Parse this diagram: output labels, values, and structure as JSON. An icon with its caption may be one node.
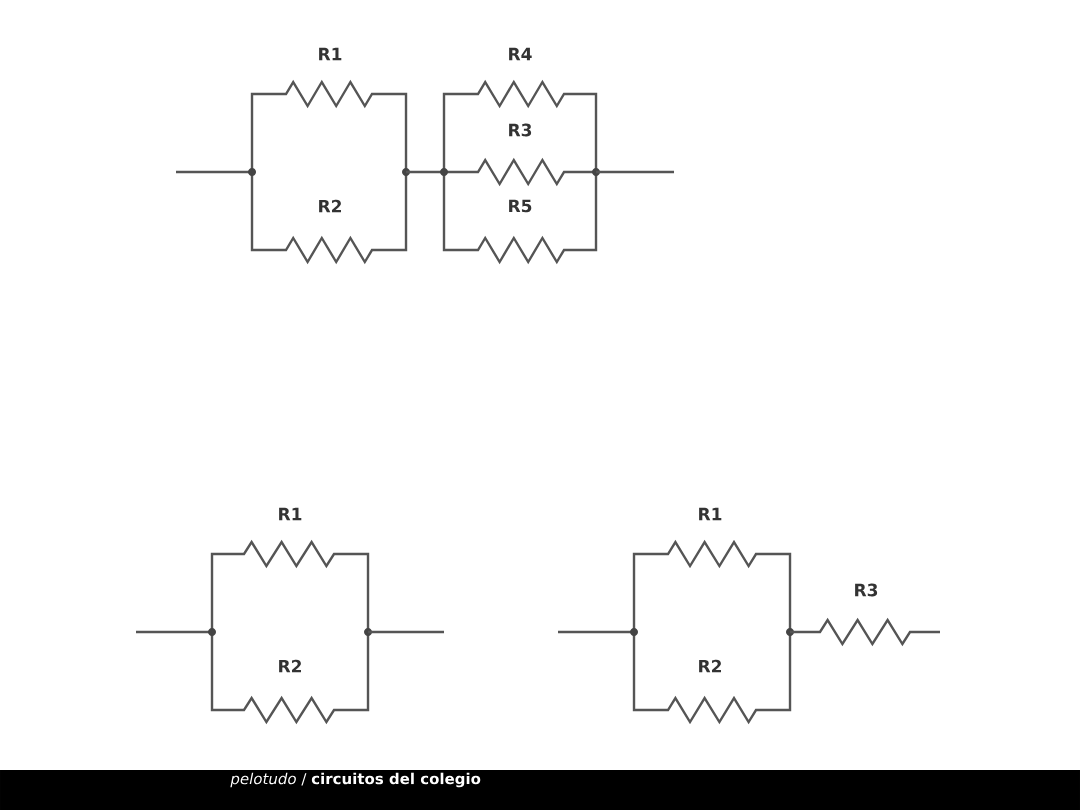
{
  "diagram": {
    "labels": [
      "R1",
      "R4",
      "R3",
      "R2",
      "R5",
      "R1",
      "R1",
      "R3",
      "R2",
      "R2",
      "*pelotudo* / **circuitos del colegio**"
    ]
  }
}
